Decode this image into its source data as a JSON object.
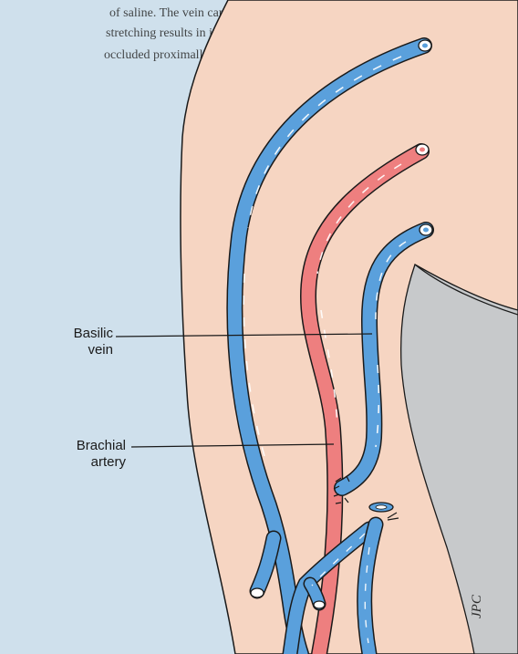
{
  "labels": {
    "basilic_line1": "Basilic",
    "basilic_line2": "vein",
    "brachial_line1": "Brachial",
    "brachial_line2": "artery"
  },
  "signature": "JPC",
  "background_text": {
    "line1": "of saline. The vein can be gently dilated, eliminating",
    "line2": "stretching results in injury to the vein. The vein is",
    "line3": "occluded proximally and distally with nonclamping vessel"
  },
  "colors": {
    "background": "#cfe0ec",
    "skin": "#f6d5c2",
    "vein": "#5aa0dc",
    "artery": "#ee7f7f",
    "outline": "#1a1a1a",
    "shadow": "#c7c9cb"
  }
}
